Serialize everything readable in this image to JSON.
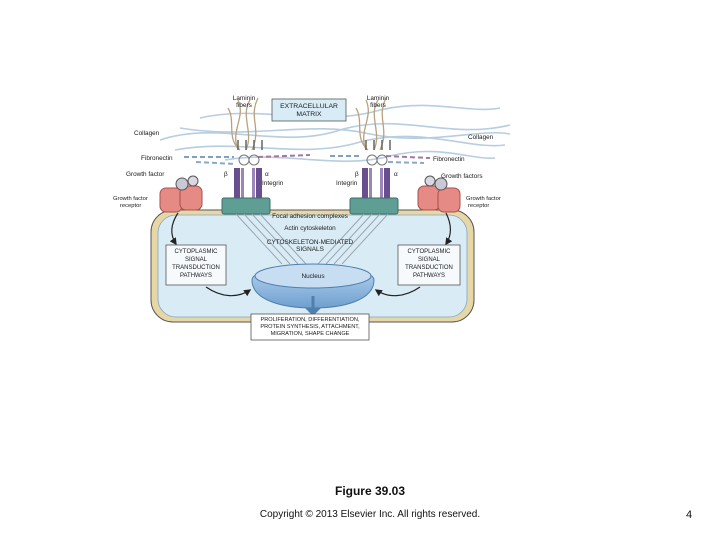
{
  "diagram": {
    "labels": {
      "laminin_left": [
        "Laminin",
        "fibers"
      ],
      "laminin_right": [
        "Laminin",
        "fibers"
      ],
      "ecm": [
        "EXTRACELLULAR",
        "MATRIX"
      ],
      "collagen_left": "Collagen",
      "collagen_right": "Collagen",
      "fibronectin_left": "Fibronectin",
      "fibronectin_right": "Fibronectin",
      "growth_factor_left": "Growth factor",
      "growth_factors_right": "Growth factors",
      "receptor_left": [
        "Growth factor",
        "receptor"
      ],
      "receptor_right": [
        "Growth factor",
        "receptor"
      ],
      "beta_left": "β",
      "alpha_left": "α",
      "integrin_left": "Integrin",
      "beta_right": "β",
      "alpha_right": "α",
      "integrin_right": "Integrin",
      "focal_adhesion": "Focal adhesion complexes",
      "actin": "Actin cytoskeleton",
      "cytoskeleton_signals": [
        "CYTOSKELETON-MEDIATED",
        "SIGNALS"
      ],
      "pathways_left": [
        "CYTOPLASMIC",
        "SIGNAL",
        "TRANSDUCTION",
        "PATHWAYS"
      ],
      "pathways_right": [
        "CYTOPLASMIC",
        "SIGNAL",
        "TRANSDUCTION",
        "PATHWAYS"
      ],
      "nucleus": "Nucleus",
      "outcome": [
        "PROLIFERATION, DIFFERENTIATION,",
        "PROTEIN SYNTHESIS, ATTACHMENT,",
        "MIGRATION, SHAPE CHANGE"
      ]
    },
    "colors": {
      "cytoplasm": "#d9ebf5",
      "membrane": "#e7d7a6",
      "nucleus": "#9cc3e6",
      "focal_adhesion": "#5f9e95",
      "receptor": "#e58a85",
      "integrin": "#6a4f8f",
      "collagen": "#b7cde0",
      "laminin": "#b8a27c"
    }
  },
  "caption": {
    "title": "Figure 39.03",
    "copyright": "Copyright © 2013 Elsevier Inc. All rights reserved.",
    "page": "4"
  }
}
